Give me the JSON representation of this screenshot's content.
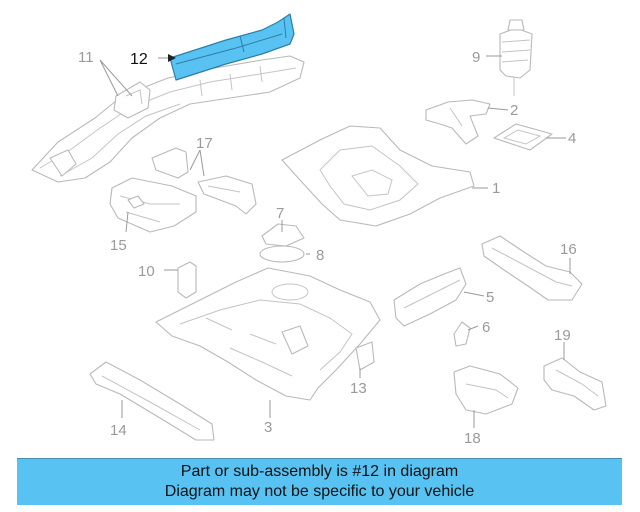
{
  "diagram": {
    "highlighted_callout": "12",
    "highlight_color": "#58c2f2",
    "callouts": [
      "1",
      "2",
      "3",
      "4",
      "5",
      "6",
      "7",
      "8",
      "9",
      "10",
      "11",
      "13",
      "14",
      "15",
      "16",
      "17",
      "18",
      "19"
    ]
  },
  "banner": {
    "line1": "Part or sub-assembly is #12 in diagram",
    "line2": "Diagram may not be specific to your vehicle",
    "background": "#58c2f2"
  }
}
